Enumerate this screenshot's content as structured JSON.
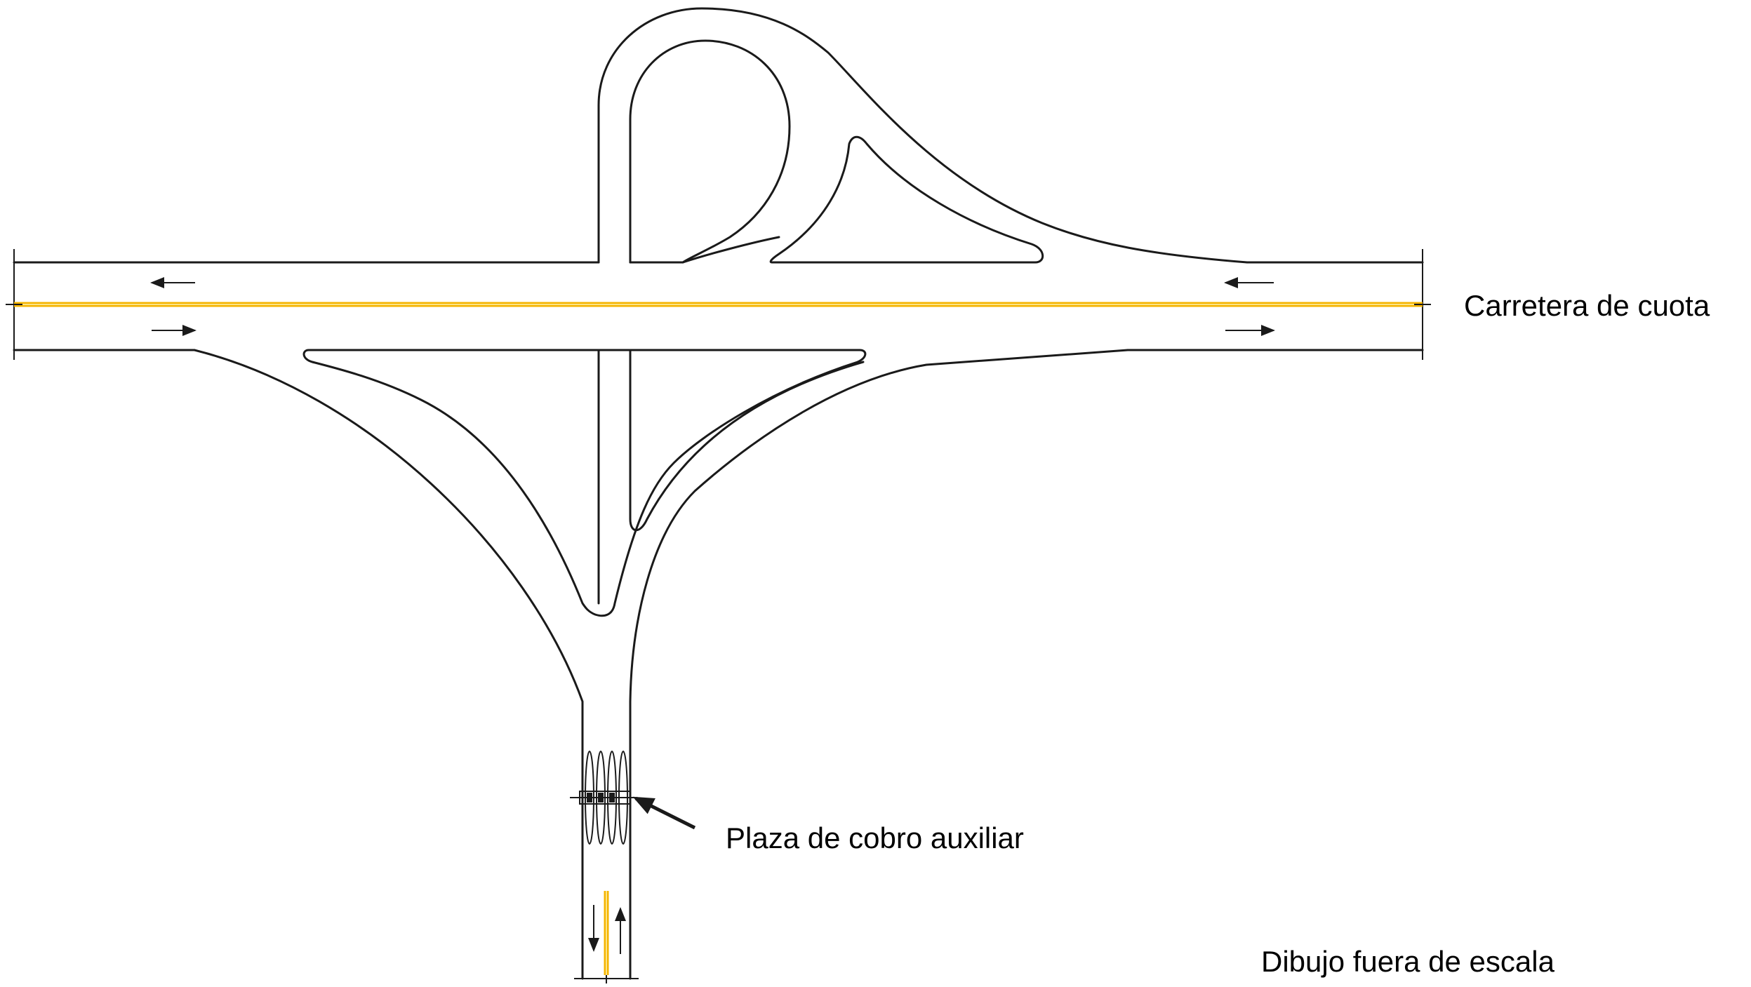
{
  "labels": {
    "highway": "Carretera de cuota",
    "toll_plaza": "Plaza de cobro auxiliar",
    "scale_note": "Dibujo fuera de escala"
  },
  "colors": {
    "line": "#1a1a1a",
    "median": "#f5b400",
    "background": "#ffffff"
  },
  "icons": {
    "direction_arrows": "arrow",
    "pointer": "pointer-arrow"
  }
}
